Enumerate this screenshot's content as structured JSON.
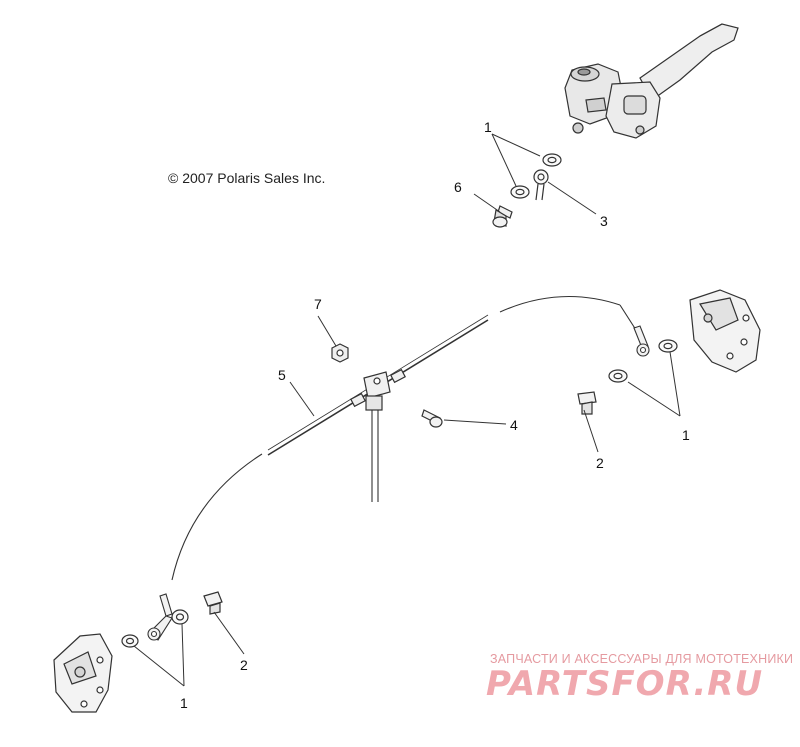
{
  "copyright": "© 2007 Polaris Sales Inc.",
  "callouts": {
    "c1_top": "1",
    "c6_top": "6",
    "c3_top": "3",
    "c7": "7",
    "c5": "5",
    "c4": "4",
    "c1_right": "1",
    "c2_right": "2",
    "c2_bottom": "2",
    "c1_bottom": "1"
  },
  "watermark": {
    "line1": "ЗАПЧАСТИ И АКСЕССУАРЫ ДЛЯ МОТОТЕХНИКИ",
    "line2": "PARTSFOR.RU"
  }
}
